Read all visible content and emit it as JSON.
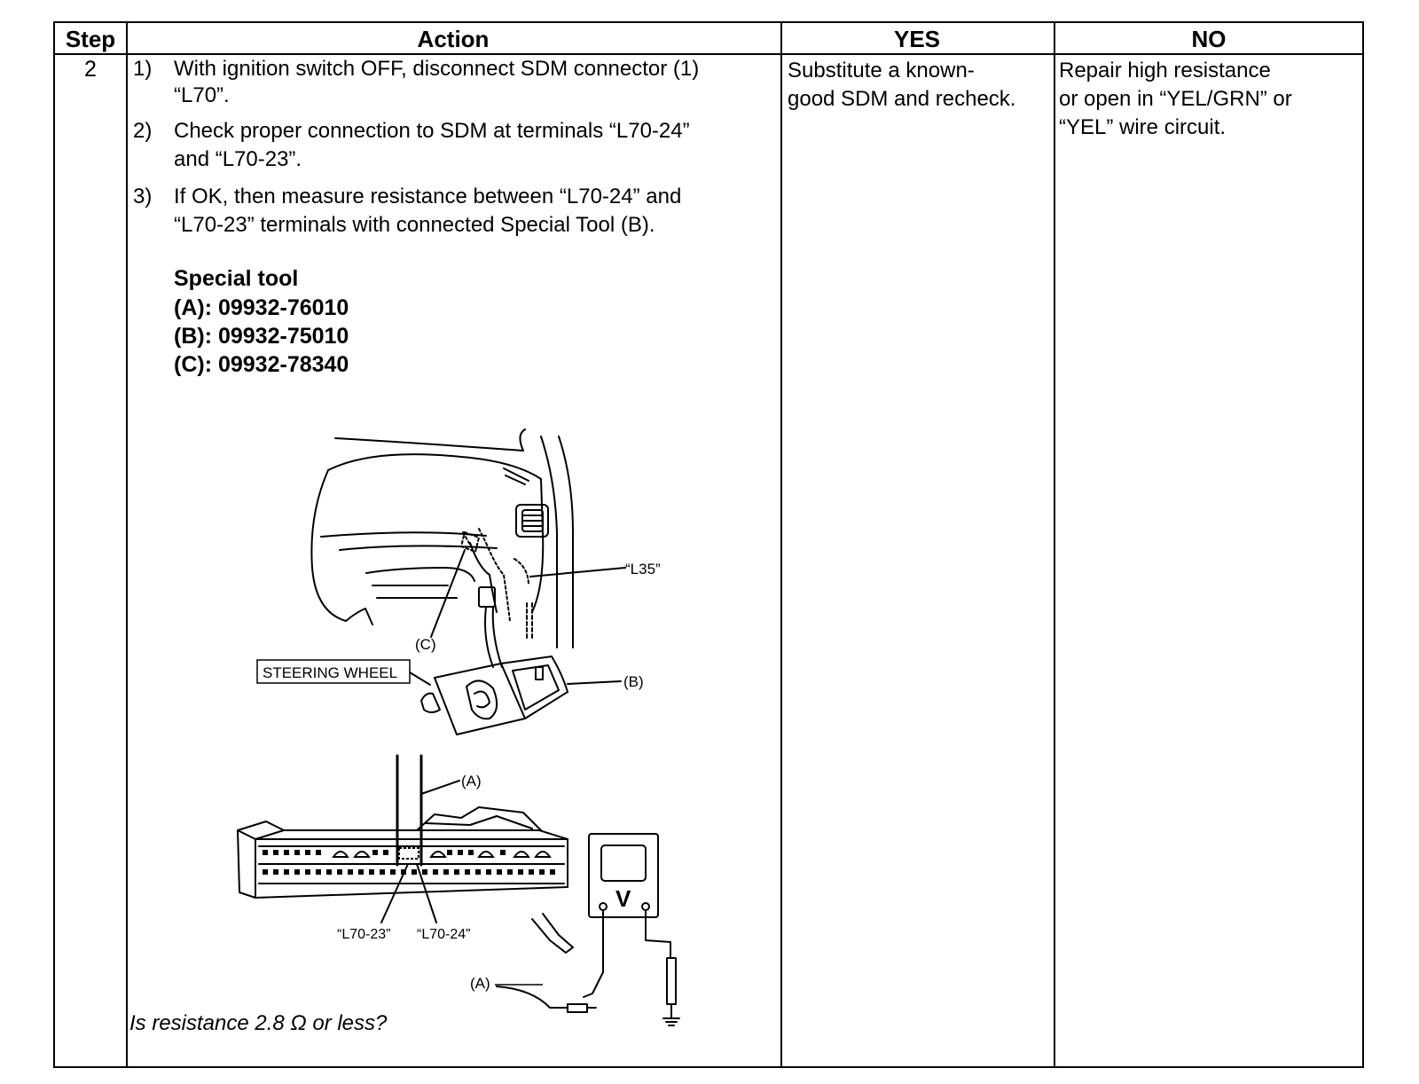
{
  "table": {
    "headers": {
      "step": "Step",
      "action": "Action",
      "yes": "YES",
      "no": "NO"
    },
    "row": {
      "step": "2",
      "actions": [
        {
          "num": "1)",
          "line1": "With ignition switch OFF, disconnect SDM connector (1)",
          "line2": "“L70”."
        },
        {
          "num": "2)",
          "line1": "Check proper connection to SDM at terminals “L70-24”",
          "line2": "and “L70-23”."
        },
        {
          "num": "3)",
          "line1": "If OK, then measure resistance between “L70-24” and",
          "line2": "“L70-23” terminals with connected Special Tool (B)."
        }
      ],
      "special_tool": {
        "title": "Special tool",
        "items": [
          "(A):  09932-76010",
          "(B):  09932-75010",
          "(C):  09932-78340"
        ]
      },
      "question": "Is resistance 2.8 Ω or less?",
      "yes": {
        "line1": "Substitute a known-",
        "line2": "good SDM and recheck."
      },
      "no": {
        "line1": "Repair high resistance",
        "line2": "or open in “YEL/GRN” or",
        "line3": "“YEL” wire circuit."
      }
    }
  },
  "figure": {
    "labels": {
      "l35": "“L35”",
      "c": "(C)",
      "steering_wheel": "STEERING WHEEL",
      "b": "(B)",
      "a_top": "(A)",
      "l70_23": "“L70-23”",
      "l70_24": "“L70-24”",
      "a_bottom": "(A)",
      "v": "V"
    }
  }
}
